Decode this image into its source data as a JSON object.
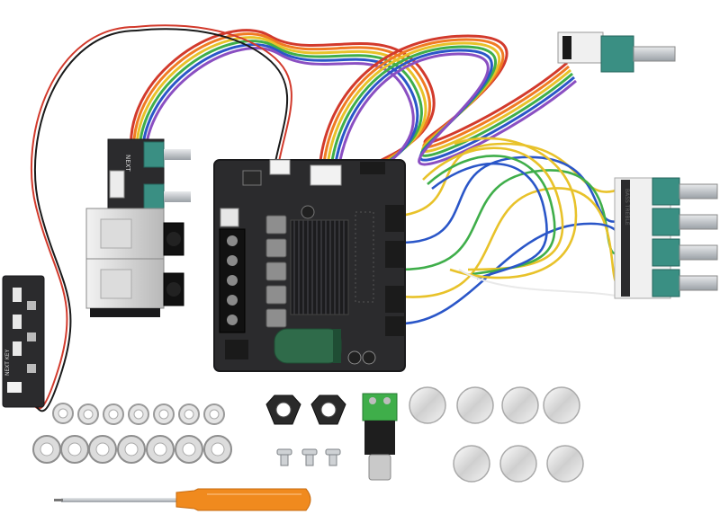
{
  "colors": {
    "background": "#ffffff",
    "pcb": "#2b2b2d",
    "pcb_edge": "#1a1a1c",
    "heatsink": "#1c1c1e",
    "capacitor": "#2f6b4a",
    "pot_body": "#3a8f83",
    "knob_metal": "#e6e6e6",
    "screwdriver_handle": "#f08a1e",
    "screwdriver_shaft": "#b9bdc2",
    "wire_colors": [
      "#d23a2c",
      "#2a56c8",
      "#3fae4a",
      "#e8c22a",
      "#8a4fc2",
      "#f07b23",
      "#5a5a5a",
      "#e9e9e9"
    ]
  },
  "labels": {
    "right_pot_board": "BASS TREBLE",
    "control_board_left": "NEXT",
    "mini_board": "NEXT KEY"
  }
}
